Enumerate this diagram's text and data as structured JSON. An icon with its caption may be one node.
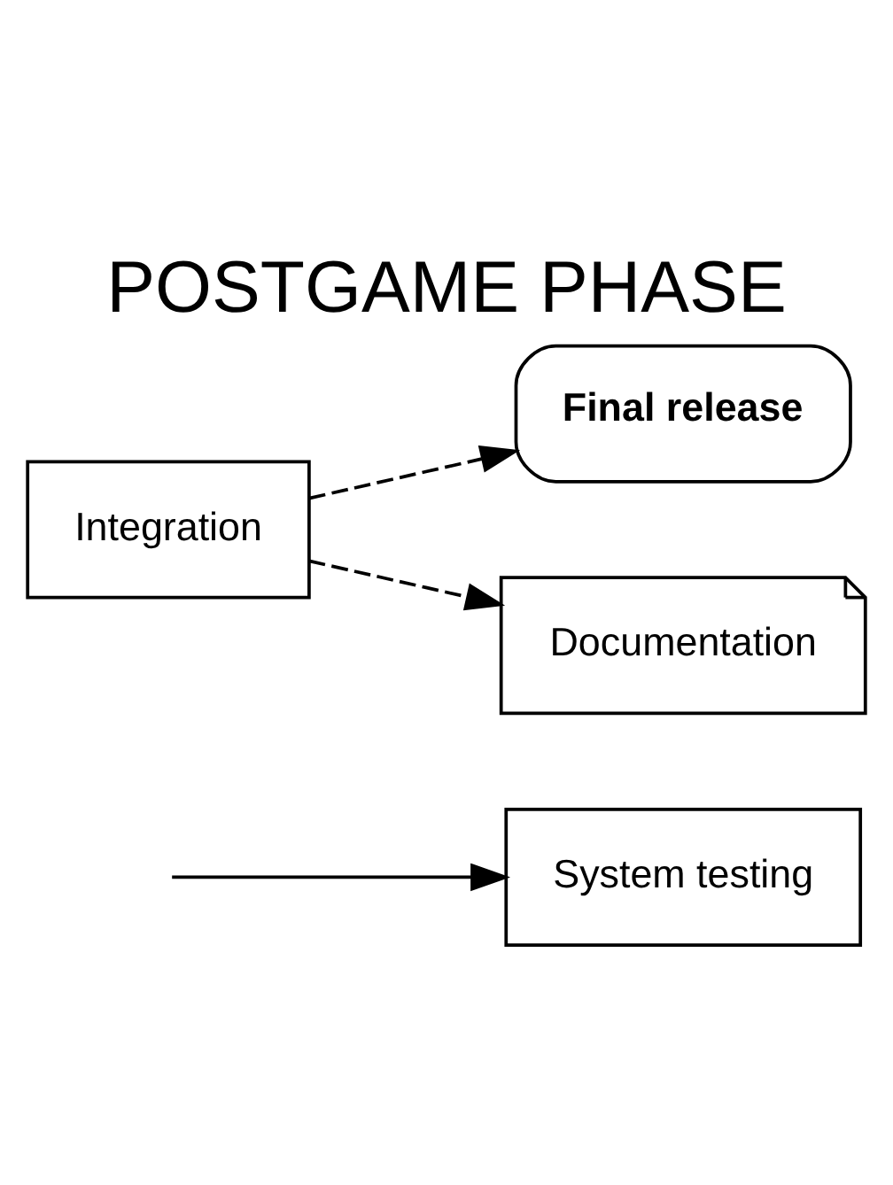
{
  "diagram": {
    "title": "POSTGAME PHASE",
    "nodes": [
      {
        "text": [
          "System testing"
        ]
      },
      {
        "text": [
          "Integration"
        ]
      },
      {
        "text": [
          "Final release"
        ]
      },
      {
        "text": [
          "Documentation"
        ]
      }
    ],
    "edges": [
      {
        "from": null,
        "to": 0,
        "arrow": "to"
      },
      {
        "from": 1,
        "to": 2,
        "arrow": "to",
        "style": "dashed"
      },
      {
        "from": 1,
        "to": 3,
        "arrow": "to",
        "style": "dashed"
      }
    ]
  }
}
